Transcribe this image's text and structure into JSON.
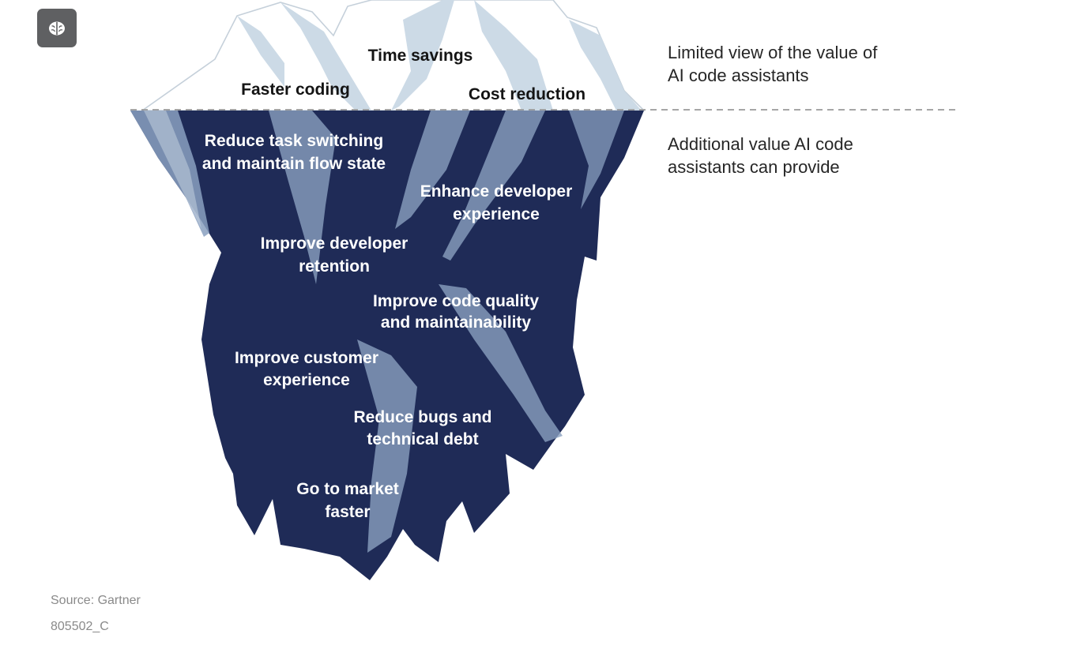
{
  "badge": {
    "icon": "brain-icon"
  },
  "colors": {
    "underwater": "#1f2b57",
    "underwater_streak": "#8aa0bf",
    "ice_shade": "#ccdae6",
    "ice_outline": "#c5d0da",
    "waterline": "#9a9a9a"
  },
  "tip_labels": {
    "time_savings": "Time savings",
    "faster_coding": "Faster coding",
    "cost_reduction": "Cost reduction"
  },
  "underwater_labels": [
    [
      "Reduce task switching",
      "and maintain flow state"
    ],
    [
      "Enhance developer",
      "experience"
    ],
    [
      "Improve developer",
      "retention"
    ],
    [
      "Improve code quality",
      "and maintainability"
    ],
    [
      "Improve customer",
      "experience"
    ],
    [
      "Reduce bugs and",
      "technical debt"
    ],
    [
      "Go to market",
      "faster"
    ]
  ],
  "side": {
    "above": [
      "Limited view of the value of",
      "AI code assistants"
    ],
    "below": [
      "Additional value AI code",
      "assistants can provide"
    ]
  },
  "footer": {
    "source": "Source: Gartner",
    "code": "805502_C"
  }
}
